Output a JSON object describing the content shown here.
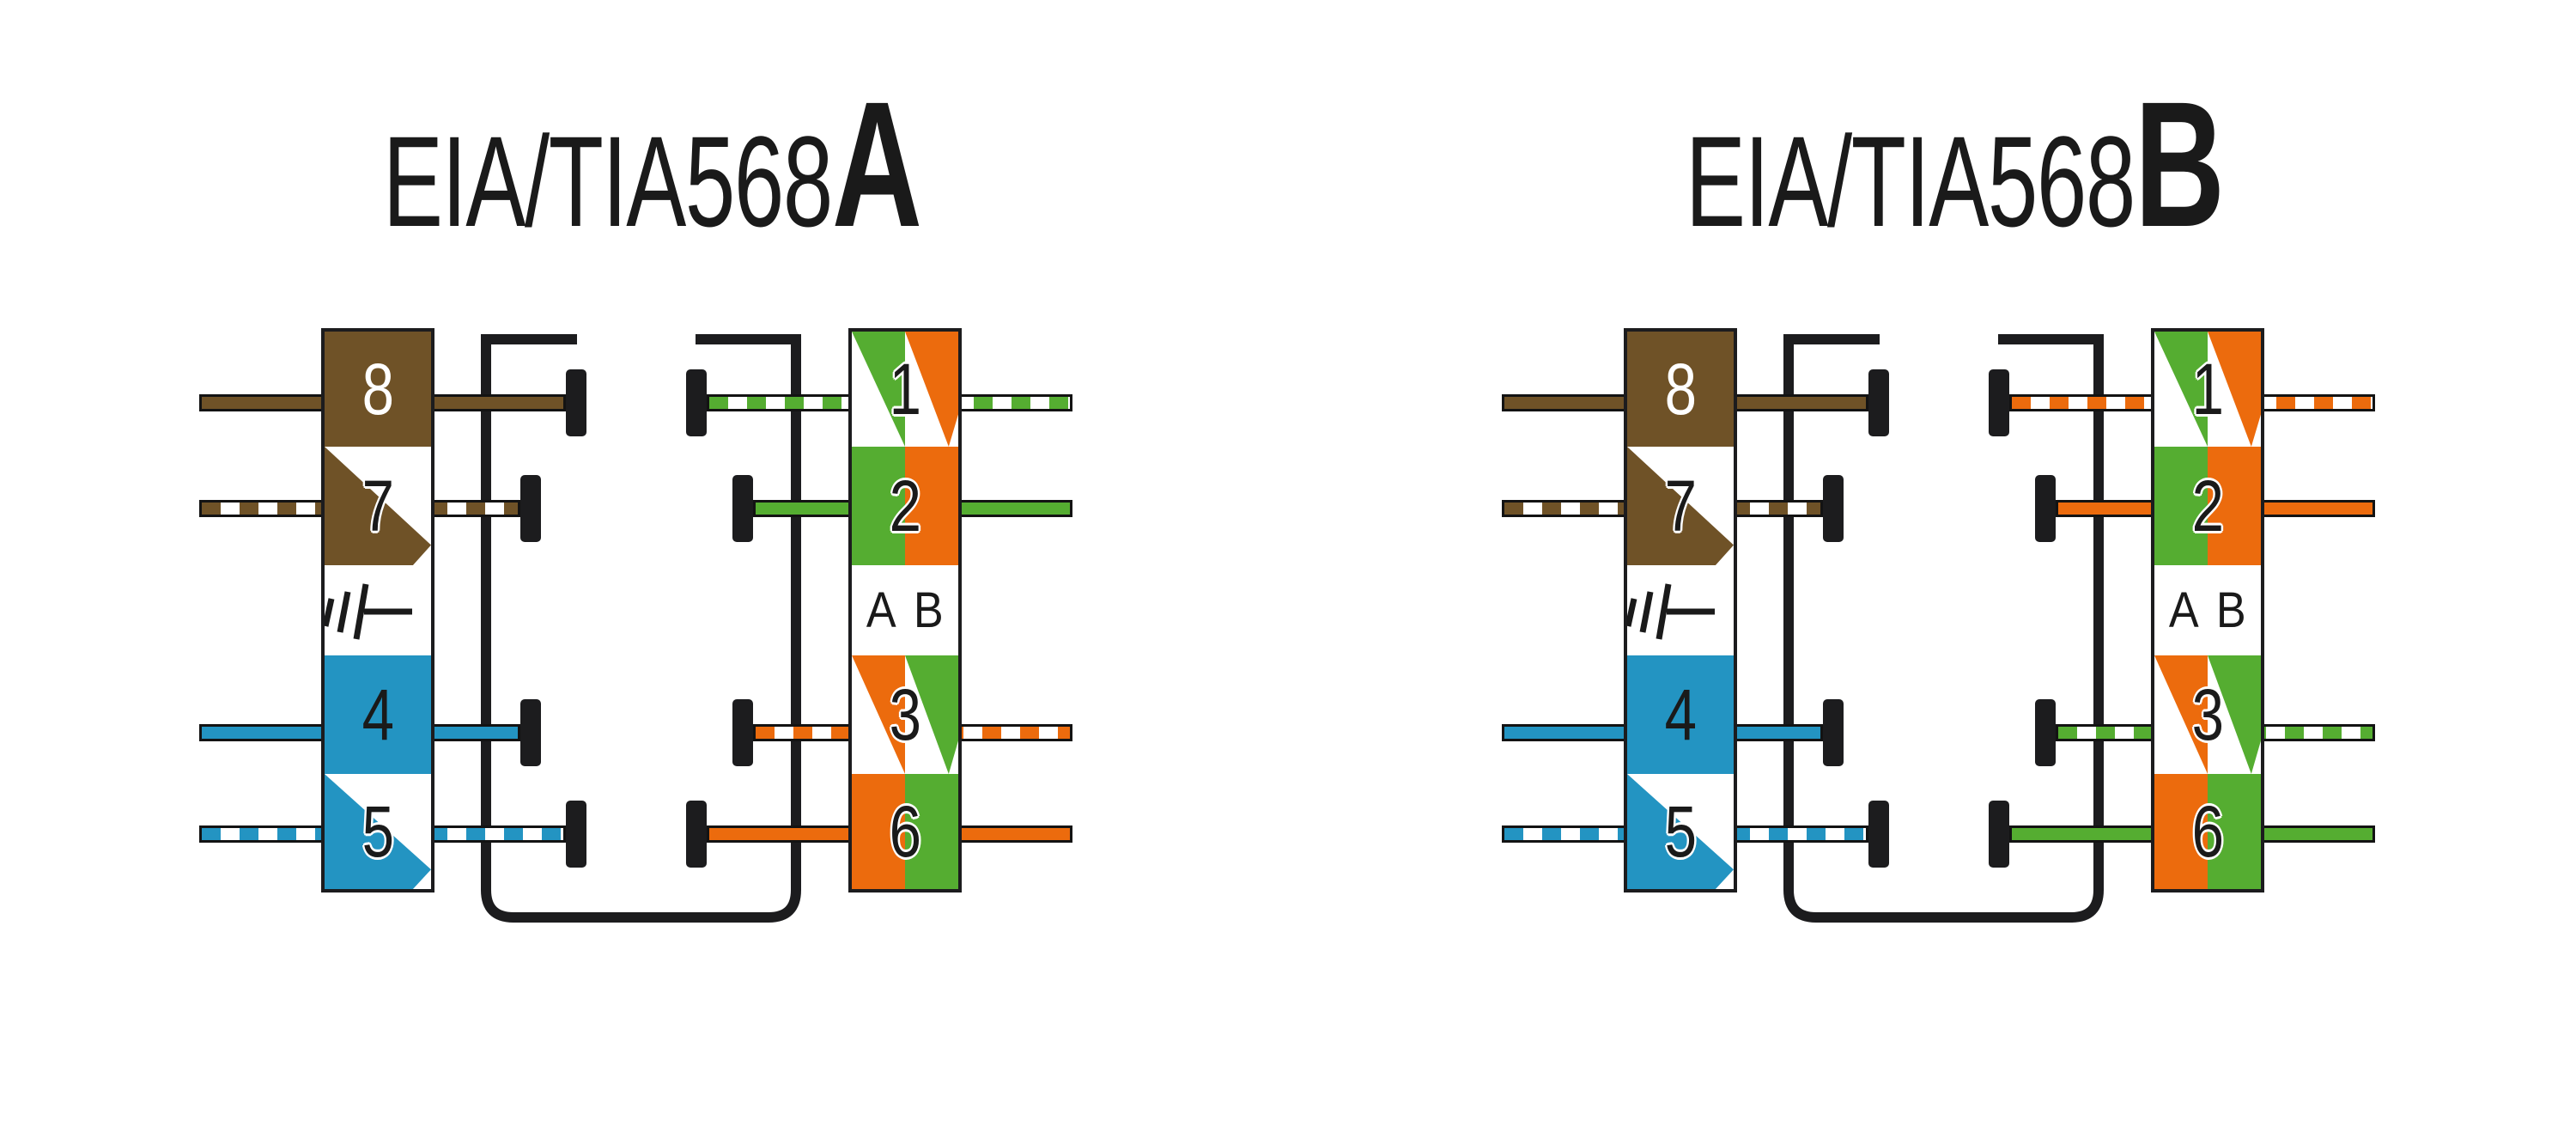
{
  "page": {
    "background": "#ffffff"
  },
  "colors": {
    "brown": "#6F5227",
    "blue": "#2394C2",
    "green": "#55AD31",
    "orange": "#EC6B0D",
    "line": "#1C1C1E",
    "text": "#1A1A1A"
  },
  "diagrams": [
    {
      "id": "568A",
      "title": {
        "main": "EIA/TIA568",
        "bold": "A"
      },
      "left_pins": [
        {
          "label": "8",
          "style": "solid",
          "color": "brown",
          "text": "white"
        },
        {
          "label": "7",
          "style": "band",
          "color": "brown",
          "text": "halo"
        },
        {
          "label": "",
          "style": "ground",
          "icon": "earth-ground-icon"
        },
        {
          "label": "4",
          "style": "solid",
          "color": "blue",
          "text": "black"
        },
        {
          "label": "5",
          "style": "band",
          "color": "blue",
          "text": "halo"
        }
      ],
      "right_pins": [
        {
          "label": "1",
          "a_style": "stripeL",
          "a_color": "green",
          "b_style": "stripeR",
          "b_color": "orange"
        },
        {
          "label": "2",
          "a_style": "solid",
          "a_color": "green",
          "b_style": "solid",
          "b_color": "orange"
        },
        {
          "label": "",
          "style": "header",
          "a_label": "A",
          "b_label": "B"
        },
        {
          "label": "3",
          "a_style": "stripeL",
          "a_color": "orange",
          "b_style": "stripeR",
          "b_color": "green"
        },
        {
          "label": "6",
          "a_style": "solid",
          "a_color": "orange",
          "b_style": "solid",
          "b_color": "green"
        }
      ],
      "left_wires": [
        {
          "pin": "8",
          "pattern": "solid",
          "color": "brown"
        },
        {
          "pin": "7",
          "pattern": "striped",
          "color": "brown"
        },
        {
          "pin": "4",
          "pattern": "solid",
          "color": "blue"
        },
        {
          "pin": "5",
          "pattern": "striped",
          "color": "blue"
        }
      ],
      "right_wires": [
        {
          "pin": "1",
          "pattern": "striped",
          "color": "green"
        },
        {
          "pin": "2",
          "pattern": "solid",
          "color": "green"
        },
        {
          "pin": "3",
          "pattern": "striped",
          "color": "orange"
        },
        {
          "pin": "6",
          "pattern": "solid",
          "color": "orange"
        }
      ]
    },
    {
      "id": "568B",
      "title": {
        "main": "EIA/TIA568",
        "bold": "B"
      },
      "left_pins": [
        {
          "label": "8",
          "style": "solid",
          "color": "brown",
          "text": "white"
        },
        {
          "label": "7",
          "style": "band",
          "color": "brown",
          "text": "halo"
        },
        {
          "label": "",
          "style": "ground",
          "icon": "earth-ground-icon"
        },
        {
          "label": "4",
          "style": "solid",
          "color": "blue",
          "text": "black"
        },
        {
          "label": "5",
          "style": "band",
          "color": "blue",
          "text": "halo"
        }
      ],
      "right_pins": [
        {
          "label": "1",
          "a_style": "stripeL",
          "a_color": "green",
          "b_style": "stripeR",
          "b_color": "orange"
        },
        {
          "label": "2",
          "a_style": "solid",
          "a_color": "green",
          "b_style": "solid",
          "b_color": "orange"
        },
        {
          "label": "",
          "style": "header",
          "a_label": "A",
          "b_label": "B"
        },
        {
          "label": "3",
          "a_style": "stripeL",
          "a_color": "orange",
          "b_style": "stripeR",
          "b_color": "green"
        },
        {
          "label": "6",
          "a_style": "solid",
          "a_color": "orange",
          "b_style": "solid",
          "b_color": "green"
        }
      ],
      "left_wires": [
        {
          "pin": "8",
          "pattern": "solid",
          "color": "brown"
        },
        {
          "pin": "7",
          "pattern": "striped",
          "color": "brown"
        },
        {
          "pin": "4",
          "pattern": "solid",
          "color": "blue"
        },
        {
          "pin": "5",
          "pattern": "striped",
          "color": "blue"
        }
      ],
      "right_wires": [
        {
          "pin": "1",
          "pattern": "striped",
          "color": "orange"
        },
        {
          "pin": "2",
          "pattern": "solid",
          "color": "orange"
        },
        {
          "pin": "3",
          "pattern": "striped",
          "color": "green"
        },
        {
          "pin": "6",
          "pattern": "solid",
          "color": "green"
        }
      ]
    }
  ]
}
